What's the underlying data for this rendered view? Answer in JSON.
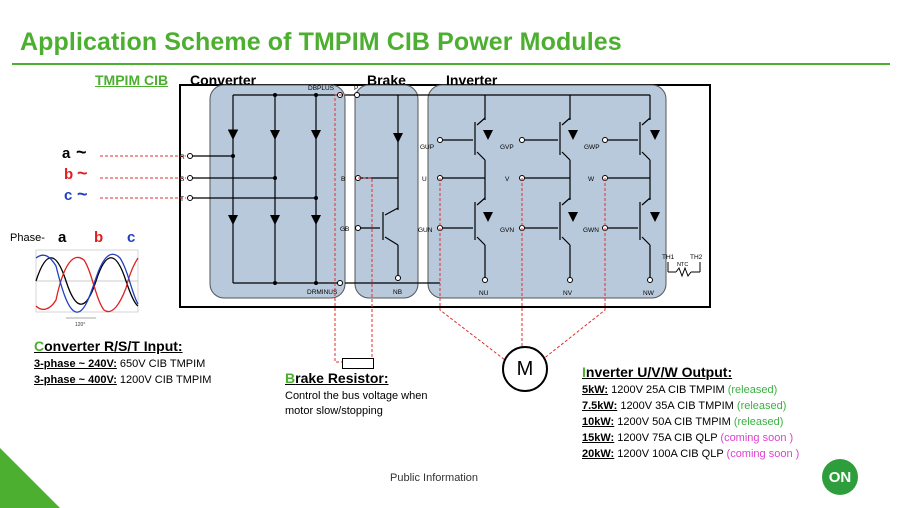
{
  "slide": {
    "title": "Application Scheme of TMPIM CIB Power Modules",
    "tmpim_label": "TMPIM CIB",
    "footer": "Public Information",
    "logo_text": "ON"
  },
  "blocks": {
    "converter": "Converter",
    "brake": "Brake",
    "inverter": "Inverter"
  },
  "pins": {
    "dbplus": "DBPLUS",
    "p": "P",
    "r": "R",
    "s": "S",
    "t": "T",
    "b": "B",
    "gb": "GB",
    "drminus": "DRMINUS",
    "nb": "NB",
    "gup": "GUP",
    "gvp": "GVP",
    "gwp": "GWP",
    "u": "U",
    "v": "V",
    "w": "W",
    "gun": "GUN",
    "gvn": "GVN",
    "gwn": "GWN",
    "nu": "NU",
    "nv": "NV",
    "nw": "NW",
    "th1": "TH1",
    "th2": "TH2",
    "ntc": "NTC"
  },
  "phases": {
    "a": "a",
    "b": "b",
    "c": "c",
    "wave": "~",
    "title": "Phase-",
    "axis_label": "120°"
  },
  "motor_label": "M",
  "converter_input": {
    "head_first": "C",
    "head_rest": "onverter R/S/T Input:",
    "lines": [
      {
        "key": "3-phase ~ 240V:",
        "value": " 650V CIB TMPIM"
      },
      {
        "key": "3-phase ~ 400V:",
        "value": " 1200V CIB TMPIM"
      }
    ]
  },
  "brake_resistor": {
    "head_first": "B",
    "head_rest": "rake Resistor:",
    "desc1": "Control the bus voltage when",
    "desc2": "motor slow/stopping"
  },
  "inverter_output": {
    "head_first": "I",
    "head_rest": "nverter U/V/W Output:",
    "lines": [
      {
        "key": "5kW:",
        "value": " 1200V 25A CIB TMPIM ",
        "status": "(released)"
      },
      {
        "key": "7.5kW:",
        "value": "  1200V 35A CIB TMPIM ",
        "status": "(released)"
      },
      {
        "key": "10kW:",
        "value": "  1200V 50A CIB TMPIM ",
        "status": "(released)"
      },
      {
        "key": "15kW:",
        "value": " 1200V 75A CIB QLP ",
        "status": "(coming soon )"
      },
      {
        "key": "20kW:",
        "value": " 1200V 100A CIB QLP ",
        "status": "(coming soon )"
      }
    ]
  },
  "colors": {
    "brand_green": "#4caf30",
    "phase_a": "#000000",
    "phase_b": "#e02020",
    "phase_c": "#2040c0",
    "block_fill": "#b8c9dc",
    "dashed": "#e03030",
    "released": "#3cb043",
    "coming_soon": "#e040d0"
  }
}
